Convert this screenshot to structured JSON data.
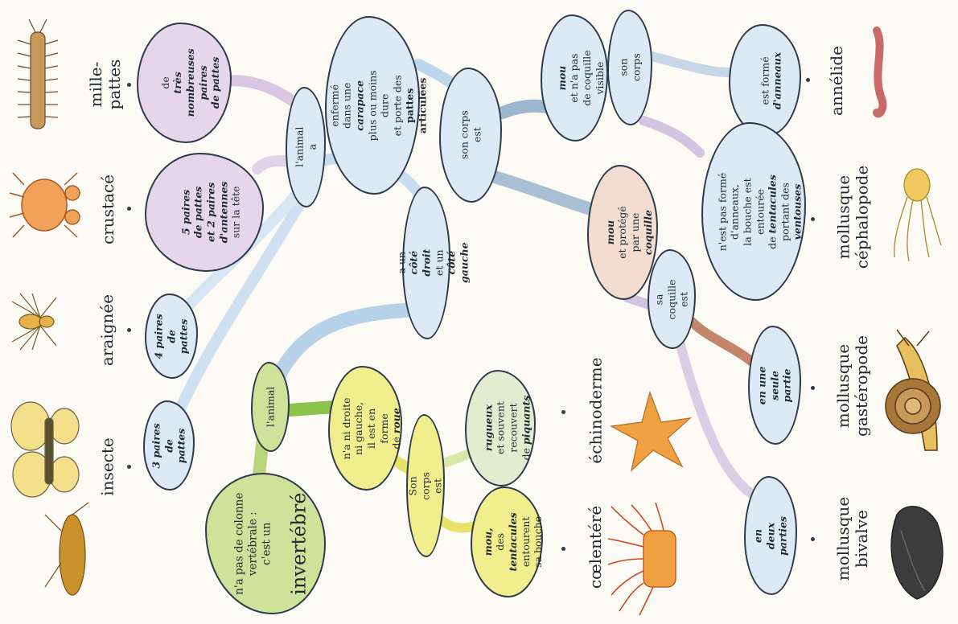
{
  "labels": {
    "mille_pattes": "mille-pattes",
    "crustace": "crustacé",
    "araignee": "araignée",
    "insecte": "insecte",
    "annelide": "annélide",
    "mollusque_cephalopode": "mollusque\ncéphalopode",
    "mollusque_gasteropode": "mollusque\ngastéropode",
    "mollusque_bivalve": "mollusque\nbivalve",
    "echinoderme": "échinoderme",
    "coelentere": "cœlentéré"
  },
  "nodes": {
    "root_pre": "n'a pas de colonne\nvertébrale :\nc'est un",
    "root_big": "invertébré",
    "animal": "l'animal",
    "cote_pre": "a un ",
    "cote_droit": "côté droit",
    "cote_mid": "\net un ",
    "cote_gauche": "côté gauche",
    "ni_droite_pre": "n'a ni droite\nni gauche,\nil est en forme\nde ",
    "ni_droite_em": "roue",
    "son_corps_est_2": "Son corps est",
    "rugueux_em": "rugueux",
    "rugueux_post": "\net souvent\nrecouvert\nde ",
    "piquants": "piquants",
    "mou_em": "mou,",
    "mou_pre": "\ndes ",
    "tentacules_em": "tentacules",
    "mou_post": "\nentourent\nsa bouche",
    "animal_a": "l'animal a",
    "trois_paires": "3 paires\nde pattes",
    "quatre_paires": "4 paires\nde pattes",
    "cinq_paires": "5 paires\nde pattes\net 2 paires\nd'antennes",
    "cinq_paires_post": "\nsur la tête",
    "nombreuses_pre": "de\n",
    "nombreuses_em": "très nombreuses\npaires\nde pattes",
    "enferme_pre": "enfermé\ndans une ",
    "carapace": "carapace",
    "enferme_mid": "\nplus ou moins dure\net porte des\n",
    "pattes_art": "pattes articulées",
    "son_corps_est": "son corps est",
    "mou_coquille_visible_em": "mou",
    "mou_coquille_visible": "\net n'a pas\nde coquille visible",
    "son_corps": "son corps",
    "anneaux_pre": "est formé\n",
    "anneaux_em": "d'anneaux",
    "pas_anneaux_pre": "n'est pas formé\nd'anneaux,\nla bouche est entourée\nde ",
    "pas_anneaux_tent": "tentacules",
    "pas_anneaux_mid": "\nportant des ",
    "ventouses": "ventouses",
    "mou_protege_em": "mou",
    "mou_protege_mid": "\net protégé\npar une ",
    "coquille_em": "coquille",
    "sa_coquille": "sa coquille est",
    "seule_partie": "en une seule\npartie",
    "deux_parties": "en\ndeux parties"
  },
  "colors": {
    "green": "#cfe29a",
    "yellow": "#f1ee8e",
    "blue": "#dde9f4",
    "purple": "#e6d6ea",
    "peach": "#f2ddd0",
    "branch_blue": "#b7d2e8",
    "branch_green": "#8cc34a",
    "branch_purple": "#cdb8d8",
    "branch_brown": "#c4866a"
  },
  "icons": [
    "centipede-icon",
    "crab-icon",
    "spider-icon",
    "butterfly-icon",
    "grasshopper-icon",
    "worm-icon",
    "squid-icon",
    "snail-icon",
    "mussel-icon",
    "starfish-icon",
    "anemone-icon"
  ]
}
